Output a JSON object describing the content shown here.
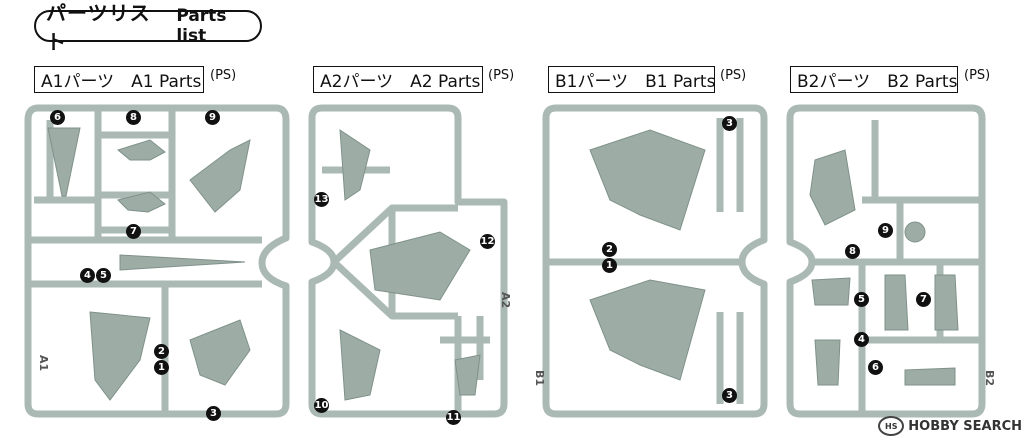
{
  "header": {
    "title_jp": "パーツリスト",
    "title_en": "Parts list"
  },
  "panels": [
    {
      "label": "A1パーツ　A1 Parts",
      "ps": "(PS)",
      "tag": "A1"
    },
    {
      "label": "A2パーツ　A2 Parts",
      "ps": "(PS)",
      "tag": "A2"
    },
    {
      "label": "B1パーツ　B1 Parts",
      "ps": "(PS)",
      "tag": "B1"
    },
    {
      "label": "B2パーツ　B2 Parts",
      "ps": "(PS)",
      "tag": "B2"
    }
  ],
  "part_numbers": {
    "a1": [
      "6",
      "8",
      "9",
      "7",
      "4",
      "5",
      "2",
      "1",
      "3"
    ],
    "a2": [
      "13",
      "12",
      "10",
      "11"
    ],
    "b1": [
      "3",
      "2",
      "1",
      "3"
    ],
    "b2": [
      "9",
      "8",
      "5",
      "7",
      "4",
      "6"
    ]
  },
  "watermark": {
    "text": "HOBBY SEARCH",
    "logo": "HS"
  },
  "colors": {
    "runner": "#aab9b3",
    "part": "#9dada6",
    "ink": "#111111"
  }
}
